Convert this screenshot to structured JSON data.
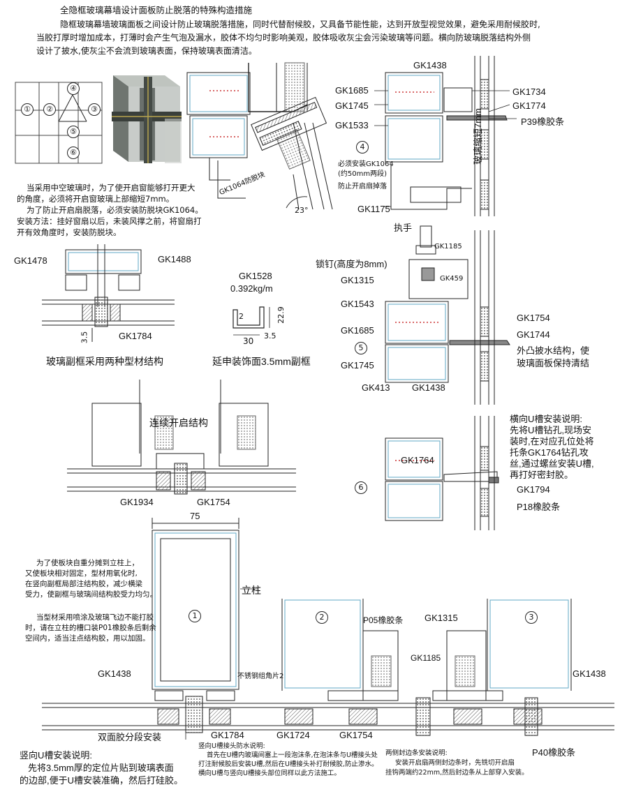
{
  "header": {
    "title": "全隐框玻璃幕墙设计面板防止脱落的特殊构造措施",
    "lines": [
      "隐框玻璃幕墙玻璃面板之间设计防止玻璃脱落措施，同时代替耐候胶，又具备节能性能，达到开放型视觉效果，避免采用耐候胶时,",
      "当胶打厚时增加成本，打薄时会产生气泡及漏水，胶体不均匀时影响美观，胶体吸收灰尘会污染玻璃等问题。横向防玻璃脱落结构外侧",
      "设计了披水,使灰尘不会流到玻璃表面，保持玻璃表面清洁。"
    ]
  },
  "grid_labels": [
    "①",
    "②",
    "③",
    "④",
    "⑤",
    "⑥"
  ],
  "window_note": [
    "当采用中空玻璃时，为了使开启窗能够打开更大",
    "的角度，必须将开启窗玻璃上部缩短7mm。",
    "为了防止开启扇脱落，必须安装防脱块GK1064。",
    "安装方法：挂好窗扇以后，未装风撑之前，将窗扇打",
    "开有效角度时，安装防脱块。"
  ],
  "fig_top": {
    "gk1064_label": "GK1064防脱块",
    "angle": "23°"
  },
  "fig4": {
    "num": "4",
    "labels": [
      "GK1438",
      "GK1685",
      "GK1745",
      "GK1533",
      "GK1734",
      "GK1774",
      "P39橡胶条",
      "GK1175",
      "防止开启扇掉落"
    ],
    "must": [
      "必须安装GK1064",
      "(约50mm两段)"
    ],
    "vertical": "玻璃缩短7mm"
  },
  "fig5": {
    "num": "5",
    "labels": [
      "执手",
      "GK1185",
      "锁钉(高度为8mm)",
      "GK459",
      "GK1315",
      "GK1543",
      "GK1685",
      "GK1745",
      "GK413",
      "GK1438",
      "GK1754",
      "GK1744"
    ],
    "desc": [
      "外凸披水结构，使",
      "玻璃面板保持清结"
    ]
  },
  "fig6": {
    "num": "6",
    "labels": [
      "GK1764",
      "GK1794",
      "P18橡胶条"
    ],
    "title": "横向U槽安装说明:",
    "desc": [
      "先将U槽钻孔,现场安",
      "装时,在对应孔位处将",
      "托条GK1764钻孔攻",
      "丝,通过螺丝安装U槽,",
      "再打好密封胶。"
    ]
  },
  "sub_frame": {
    "labels": [
      "GK1478",
      "GK1488",
      "GK1784",
      "3.5"
    ],
    "caption": "玻璃副框采用两种型材结构"
  },
  "gk1528": {
    "name": "GK1528",
    "weight": "0.392kg/m",
    "dims": [
      "2",
      "30",
      "3.5",
      "22.9"
    ],
    "caption": "延申装饰面3.5mm副框"
  },
  "continuous": {
    "title": "连续开启结构",
    "labels": [
      "GK1934",
      "GK1754"
    ]
  },
  "fig_bottom": {
    "dim_75": "75",
    "lizhu": "立柱",
    "nums": [
      "1",
      "2",
      "3"
    ],
    "note1": [
      "为了使板块自重分摊到立柱上，",
      "又使板块相对固定，型材用氧化时,",
      "在竖向副框局部注结构胶，减少横梁",
      "受力，使副框与玻璃间结构胶受力均匀。"
    ],
    "note2": [
      "当型材采用喷涂及玻璃飞边不能打胶",
      "时，请在立柱的槽口装P01橡胶条后剩余",
      "空间内，适当注点结构胶，用以加固。"
    ],
    "labels": [
      "GK1438",
      "双面胶分段安装",
      "不锈钢组角片2",
      "GK1784",
      "GK1724",
      "GK1754",
      "P05橡胶条",
      "GK1315",
      "GK1185",
      "GK1438",
      "P40橡胶条"
    ],
    "vertical_u_title": "竖向U槽安装说明:",
    "vertical_u_desc": [
      "先将3.5mm厚的定位片贴到玻璃表面",
      "的边部,便于U槽安装准确，然后打硅胶。"
    ],
    "u_joint": [
      "竖向U槽接头防水说明:",
      "首先在U槽内玻璃间塞上一段泡沫条,在泡沫条与U槽接头处",
      "打注耐候胶后安装U槽,然后在U槽接头补打耐候胶,防止渗水。",
      "横向U槽与竖向U槽接头部位同样以此方法施工。"
    ],
    "two_side": [
      "两侧封边条安装说明:",
      "安装开启扇两侧封边条时，先铣切开启扇",
      "挂钩两端约22mm,然后封边条从上部穿入安装。"
    ]
  }
}
